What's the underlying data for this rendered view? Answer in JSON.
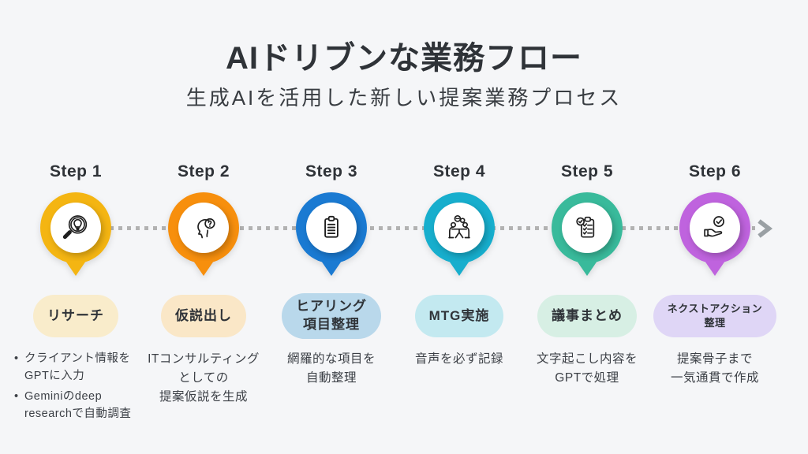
{
  "page": {
    "background": "#F5F6F8"
  },
  "header": {
    "title": "AIドリブンな業務フロー",
    "subtitle": "生成AIを活用した新しい提案業務プロセス"
  },
  "timeline": {
    "dot_color": "#B2B2B2",
    "arrow_color": "#9AA0A4"
  },
  "steps": [
    {
      "label": "Step 1",
      "icon": "magnifier-bulb-icon",
      "pin_color": "#F4B512",
      "pill": {
        "bg": "#F9ECCB",
        "lines": [
          "リサーチ"
        ]
      },
      "description": {
        "bullets": [
          "クライアント情報をGPTに入力",
          "Geminiのdeep researchで自動調査"
        ]
      }
    },
    {
      "label": "Step 2",
      "icon": "head-question-icon",
      "pin_color": "#F78F0D",
      "pill": {
        "bg": "#FAE7C7",
        "lines": [
          "仮説出し"
        ]
      },
      "description": {
        "lines": [
          "ITコンサルティング",
          "としての",
          "提案仮説を生成"
        ]
      }
    },
    {
      "label": "Step 3",
      "icon": "clipboard-icon",
      "pin_color": "#1A7AD2",
      "pill": {
        "bg": "#B9D8EB",
        "lines": [
          "ヒアリング",
          "項目整理"
        ]
      },
      "description": {
        "lines": [
          "網羅的な項目を",
          "自動整理"
        ]
      }
    },
    {
      "label": "Step 4",
      "icon": "meeting-icon",
      "pin_color": "#17AECD",
      "pill": {
        "bg": "#C3E9F0",
        "lines": [
          "MTG実施"
        ]
      },
      "description": {
        "lines": [
          "音声を必ず記録"
        ]
      }
    },
    {
      "label": "Step 5",
      "icon": "checklist-icon",
      "pin_color": "#39BA9B",
      "pill": {
        "bg": "#D7EFE4",
        "lines": [
          "議事まとめ"
        ]
      },
      "description": {
        "lines": [
          "文字起こし内容を",
          "GPTで処理"
        ]
      }
    },
    {
      "label": "Step 6",
      "icon": "hand-check-icon",
      "pin_color": "#BF63DE",
      "pill": {
        "bg": "#DFD6F6",
        "small": true,
        "lines": [
          "ネクストアクション",
          "整理"
        ]
      },
      "description": {
        "lines": [
          "提案骨子まで",
          "一気通貫で作成"
        ]
      }
    }
  ]
}
